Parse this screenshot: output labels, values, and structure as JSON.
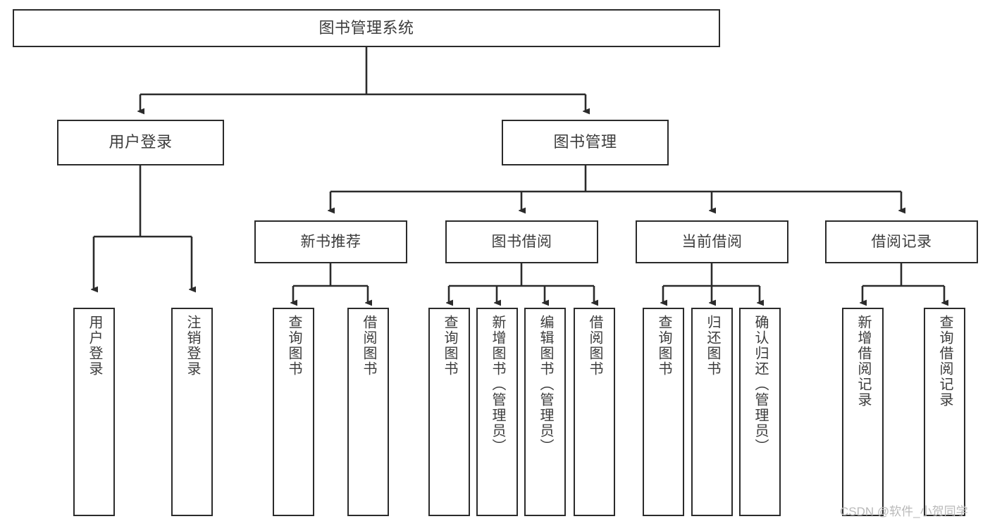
{
  "diagram": {
    "title": "图书管理系统",
    "type": "tree-hierarchy-chart",
    "colors": {
      "box_border": "#2b2b2b",
      "box_fill": "#ffffff",
      "edge": "#2b2b2b",
      "text": "#3c3c3c",
      "watermark": "#b9b9b9"
    },
    "watermark": "CSDN @软件_小贺同学"
  },
  "nodes": {
    "root": {
      "label": "图书管理系统"
    },
    "level1": [
      {
        "label": "用户登录"
      },
      {
        "label": "图书管理"
      }
    ],
    "level2": [
      {
        "label": "新书推荐"
      },
      {
        "label": "图书借阅"
      },
      {
        "label": "当前借阅"
      },
      {
        "label": "借阅记录"
      }
    ],
    "leaves": {
      "user_login": [
        {
          "label": "用户登录"
        },
        {
          "label": "注销登录"
        }
      ],
      "new_book_recommend": [
        {
          "label": "查询图书"
        },
        {
          "label": "借阅图书"
        }
      ],
      "book_borrow": [
        {
          "label": "查询图书"
        },
        {
          "label": "新增图书（管理员）"
        },
        {
          "label": "编辑图书（管理员）"
        },
        {
          "label": "借阅图书"
        }
      ],
      "current_borrow": [
        {
          "label": "查询图书"
        },
        {
          "label": "归还图书"
        },
        {
          "label": "确认归还（管理员）"
        }
      ],
      "borrow_record": [
        {
          "label": "新增借阅记录"
        },
        {
          "label": "查询借阅记录"
        }
      ]
    }
  }
}
